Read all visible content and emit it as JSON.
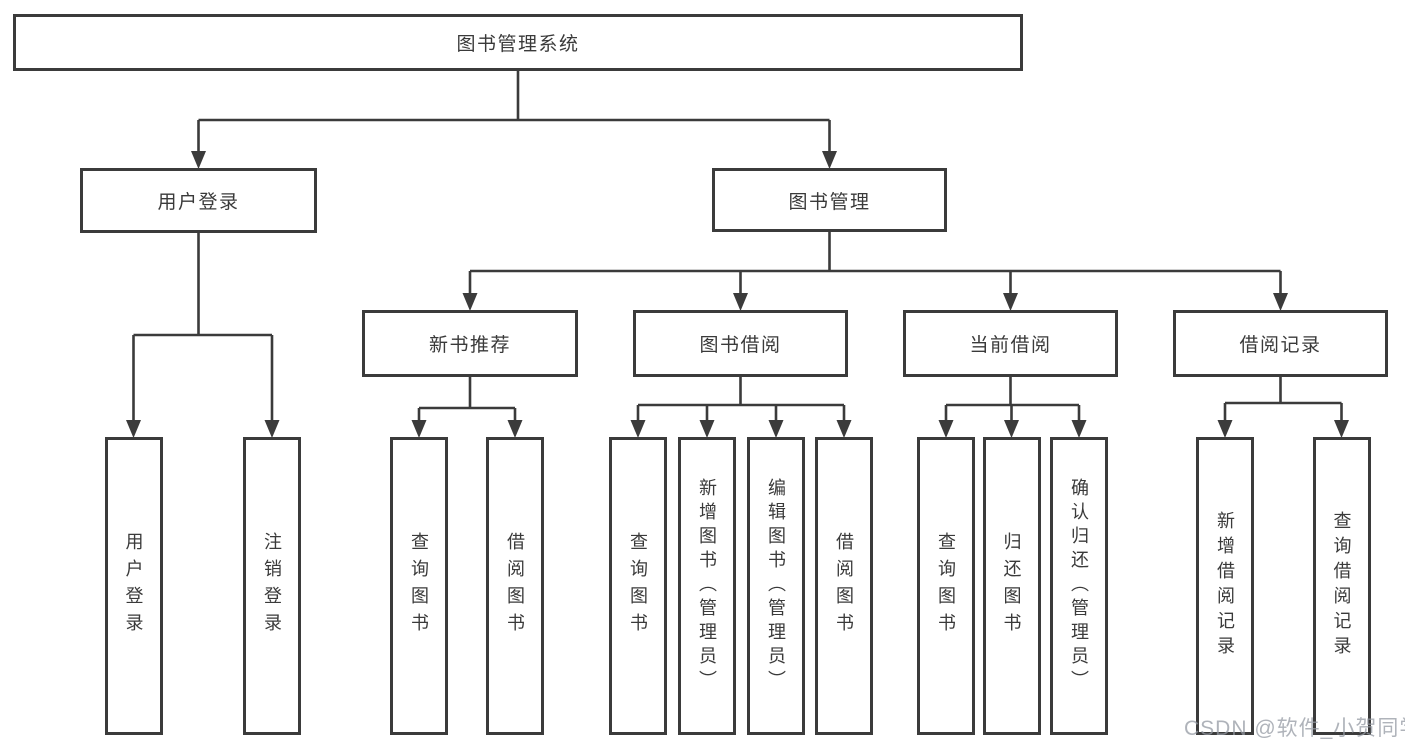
{
  "tree": {
    "root": "图书管理系统",
    "branches": [
      {
        "label": "用户登录",
        "children": [
          "用户登录",
          "注销登录"
        ]
      },
      {
        "label": "图书管理",
        "groups": [
          {
            "label": "新书推荐",
            "children": [
              "查询图书",
              "借阅图书"
            ]
          },
          {
            "label": "图书借阅",
            "children": [
              "查询图书",
              "新增图书（管理员）",
              "编辑图书（管理员）",
              "借阅图书"
            ]
          },
          {
            "label": "当前借阅",
            "children": [
              "查询图书",
              "归还图书",
              "确认归还（管理员）"
            ]
          },
          {
            "label": "借阅记录",
            "children": [
              "新增借阅记录",
              "查询借阅记录"
            ]
          }
        ]
      }
    ]
  },
  "colors": {
    "line": "#3b3b3b",
    "text": "#3a3a3a",
    "background": "#ffffff"
  },
  "watermark": {
    "text": "CSDN @软件_小贺同学"
  }
}
